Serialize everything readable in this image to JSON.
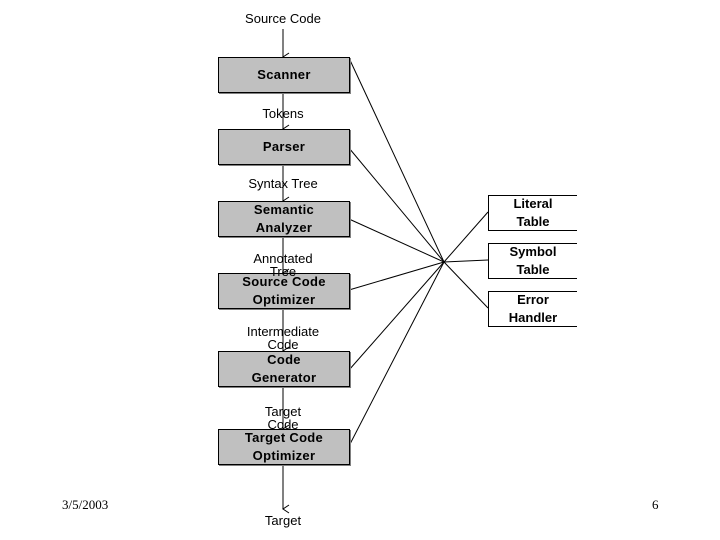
{
  "source_label": "Source Code",
  "phases": [
    {
      "id": "scanner",
      "label": "Scanner"
    },
    {
      "id": "parser",
      "label": "Parser"
    },
    {
      "id": "semantic-analyzer",
      "label": "Semantic\nAnalyzer"
    },
    {
      "id": "source-code-optimizer",
      "label": "Source Code\nOptimizer"
    },
    {
      "id": "code-generator",
      "label": "Code\nGenerator"
    },
    {
      "id": "target-code-optimizer",
      "label": "Target Code\nOptimizer"
    }
  ],
  "flow_labels": [
    "Tokens",
    "Syntax Tree",
    "Annotated\nTree",
    "Intermediate\nCode",
    "Target\nCode"
  ],
  "tables": [
    {
      "id": "literal-table",
      "label": "Literal\nTable"
    },
    {
      "id": "symbol-table",
      "label": "Symbol\nTable"
    },
    {
      "id": "error-handler",
      "label": "Error\nHandler"
    }
  ],
  "target_label": "Target",
  "footer": {
    "date": "3/5/2003",
    "page": "6"
  },
  "colors": {
    "box_fill": "#c0c0c0",
    "line": "#000000"
  }
}
